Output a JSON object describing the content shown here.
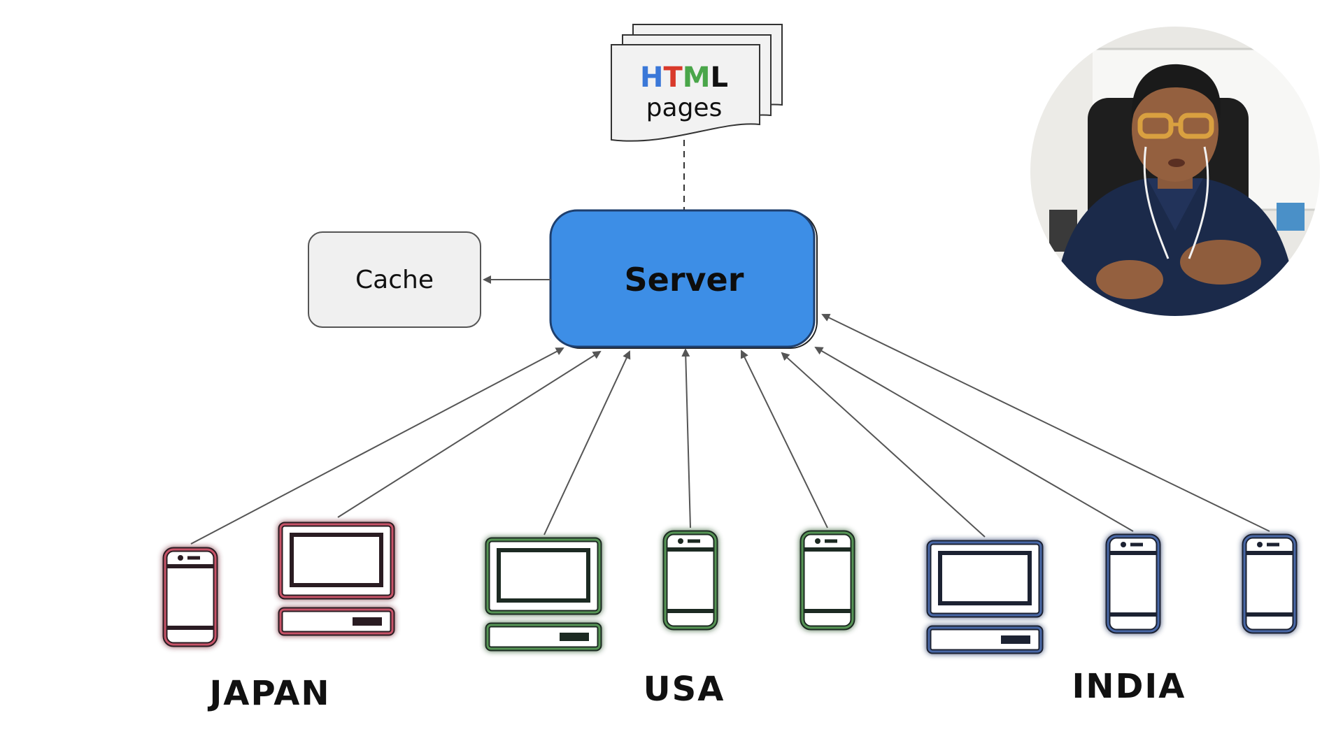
{
  "diagram": {
    "html_pages": {
      "title_letters": [
        {
          "char": "H",
          "color": "#3b78d8"
        },
        {
          "char": "T",
          "color": "#d93a2b"
        },
        {
          "char": "M",
          "color": "#4aa64a"
        },
        {
          "char": "L",
          "color": "#111111"
        }
      ],
      "subtitle": "pages"
    },
    "server": {
      "label": "Server",
      "fill": "#3d8ee6"
    },
    "cache": {
      "label": "Cache"
    },
    "regions": {
      "japan": "JAPAN",
      "usa": "USA",
      "india": "INDIA"
    },
    "devices": [
      {
        "type": "phone",
        "region": "japan",
        "color": "#f0607a"
      },
      {
        "type": "computer",
        "region": "japan",
        "color": "#f0607a"
      },
      {
        "type": "computer",
        "region": "usa",
        "color": "#6fc36b"
      },
      {
        "type": "phone",
        "region": "usa",
        "color": "#6fc36b"
      },
      {
        "type": "phone",
        "region": "usa",
        "color": "#6fc36b"
      },
      {
        "type": "computer",
        "region": "india",
        "color": "#5b86d9"
      },
      {
        "type": "phone",
        "region": "india",
        "color": "#5b86d9"
      },
      {
        "type": "phone",
        "region": "india",
        "color": "#5b86d9"
      }
    ]
  },
  "presenter": {
    "icon": "presenter-webcam"
  }
}
